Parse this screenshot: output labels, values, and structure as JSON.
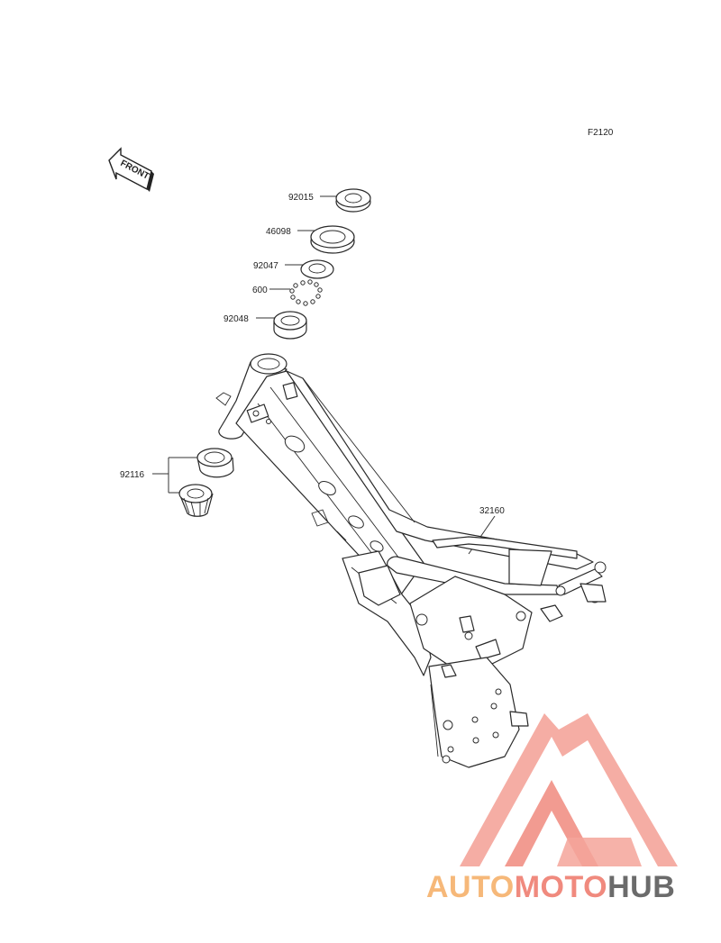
{
  "diagram_code": "F2120",
  "front_label": "FRONT",
  "parts": {
    "p92015": "92015",
    "p46098": "46098",
    "p92047": "92047",
    "p600": "600",
    "p92048": "92048",
    "p92116": "92116",
    "p32160": "32160"
  },
  "watermark": {
    "part1": "AUTO",
    "part2": "MOTO",
    "part3": "HUB",
    "color_orange": "#f6b879",
    "color_salmon": "#f08a7e",
    "color_gray": "#6b6b6b"
  }
}
